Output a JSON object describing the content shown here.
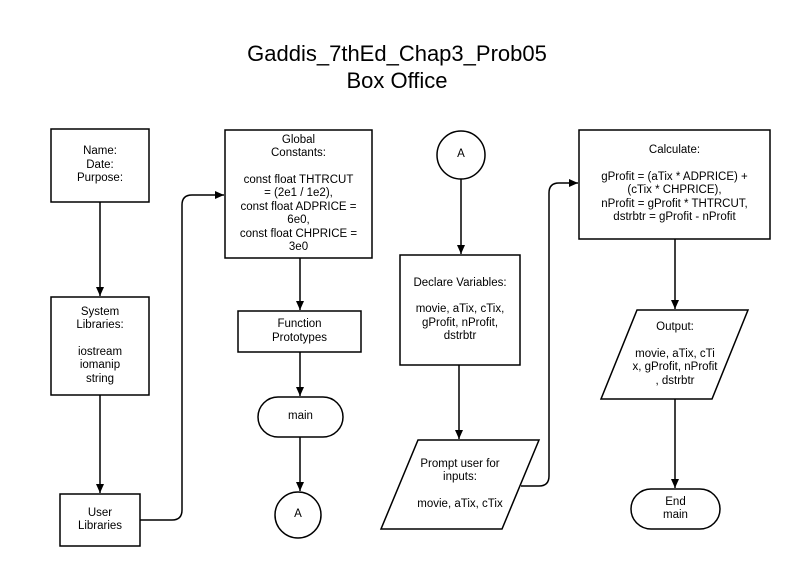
{
  "title": {
    "line1": "Gaddis_7thEd_Chap3_Prob05",
    "line2": "Box Office"
  },
  "nodes": {
    "header": {
      "lines": [
        "Name:",
        "Date:",
        "Purpose:"
      ]
    },
    "system_libraries": {
      "heading": [
        "System",
        "Libraries:"
      ],
      "body": [
        "iostream",
        "iomanip",
        "string"
      ]
    },
    "user_libraries": {
      "lines": [
        "User",
        "Libraries"
      ]
    },
    "global_constants": {
      "heading": [
        "Global",
        "Constants:"
      ],
      "body": [
        "const float THTRCUT",
        "= (2e1 / 1e2),",
        "const float ADPRICE =",
        "6e0,",
        "const float CHPRICE =",
        "3e0"
      ]
    },
    "function_prototypes": {
      "lines": [
        "Function",
        "Prototypes"
      ]
    },
    "main_start": {
      "label": "main"
    },
    "connector_out": {
      "label": "A"
    },
    "connector_in": {
      "label": "A"
    },
    "declare_variables": {
      "heading": [
        "Declare Variables:"
      ],
      "body": [
        "movie, aTix, cTix,",
        "gProfit, nProfit,",
        "dstrbtr"
      ]
    },
    "prompt_input": {
      "heading": [
        "Prompt user for",
        "inputs:"
      ],
      "body": [
        "movie, aTix, cTix"
      ]
    },
    "calculate": {
      "heading": [
        "Calculate:"
      ],
      "body": [
        "gProfit = (aTix * ADPRICE) +",
        "(cTix * CHPRICE),",
        "nProfit = gProfit * THTRCUT,",
        "dstrbtr = gProfit - nProfit"
      ]
    },
    "output": {
      "heading": [
        "Output:"
      ],
      "body": [
        "movie, aTix, cTi",
        "x, gProfit, nProfit",
        ", dstrbtr"
      ]
    },
    "end_main": {
      "lines": [
        "End",
        "main"
      ]
    }
  }
}
